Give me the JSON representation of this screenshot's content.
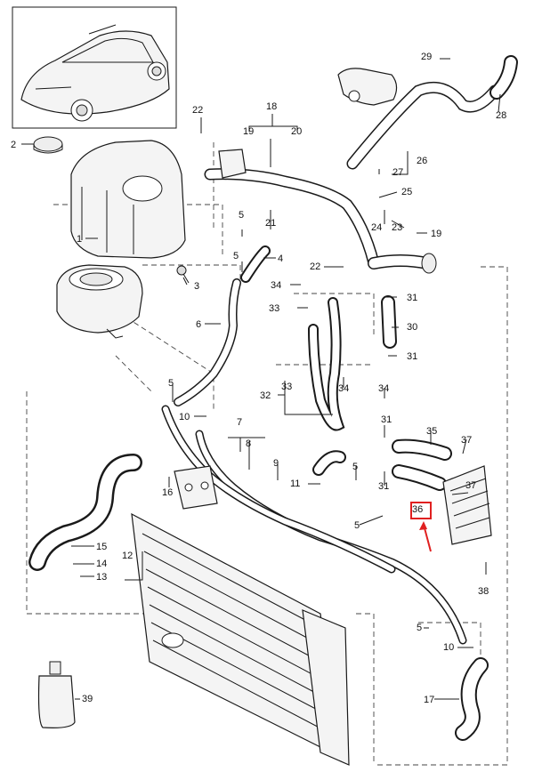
{
  "callouts": [
    {
      "id": "c29",
      "text": "29"
    },
    {
      "id": "c28",
      "text": "28"
    },
    {
      "id": "c22a",
      "text": "22"
    },
    {
      "id": "c18",
      "text": "18"
    },
    {
      "id": "c2",
      "text": "2"
    },
    {
      "id": "c19a",
      "text": "19"
    },
    {
      "id": "c20",
      "text": "20"
    },
    {
      "id": "c26",
      "text": "26"
    },
    {
      "id": "c27",
      "text": "27"
    },
    {
      "id": "c25",
      "text": "25"
    },
    {
      "id": "c5a",
      "text": "5"
    },
    {
      "id": "c21",
      "text": "21"
    },
    {
      "id": "c24",
      "text": "24"
    },
    {
      "id": "c23",
      "text": "23"
    },
    {
      "id": "c19b",
      "text": "19"
    },
    {
      "id": "c1",
      "text": "1"
    },
    {
      "id": "c5b",
      "text": "5"
    },
    {
      "id": "c4",
      "text": "4"
    },
    {
      "id": "c22b",
      "text": "22"
    },
    {
      "id": "c3",
      "text": "3"
    },
    {
      "id": "c34a",
      "text": "34"
    },
    {
      "id": "c31a",
      "text": "31"
    },
    {
      "id": "c33a",
      "text": "33"
    },
    {
      "id": "c30",
      "text": "30"
    },
    {
      "id": "c6",
      "text": "6"
    },
    {
      "id": "c31b",
      "text": "31"
    },
    {
      "id": "c32",
      "text": "32"
    },
    {
      "id": "c33b",
      "text": "33"
    },
    {
      "id": "c34b",
      "text": "34"
    },
    {
      "id": "c34c",
      "text": "34"
    },
    {
      "id": "c5c",
      "text": "5"
    },
    {
      "id": "c10a",
      "text": "10"
    },
    {
      "id": "c31c",
      "text": "31"
    },
    {
      "id": "c7",
      "text": "7"
    },
    {
      "id": "c35",
      "text": "35"
    },
    {
      "id": "c37a",
      "text": "37"
    },
    {
      "id": "c8",
      "text": "8"
    },
    {
      "id": "c9",
      "text": "9"
    },
    {
      "id": "c5d",
      "text": "5"
    },
    {
      "id": "c11",
      "text": "11"
    },
    {
      "id": "c31d",
      "text": "31"
    },
    {
      "id": "c37b",
      "text": "37"
    },
    {
      "id": "c16",
      "text": "16"
    },
    {
      "id": "c5e",
      "text": "5"
    },
    {
      "id": "c15",
      "text": "15"
    },
    {
      "id": "c12",
      "text": "12"
    },
    {
      "id": "c14",
      "text": "14"
    },
    {
      "id": "c13",
      "text": "13"
    },
    {
      "id": "c38",
      "text": "38"
    },
    {
      "id": "c5f",
      "text": "5"
    },
    {
      "id": "c10b",
      "text": "10"
    },
    {
      "id": "c39",
      "text": "39"
    },
    {
      "id": "c17",
      "text": "17"
    }
  ],
  "highlight": {
    "text": "36",
    "color": "#e02020"
  }
}
